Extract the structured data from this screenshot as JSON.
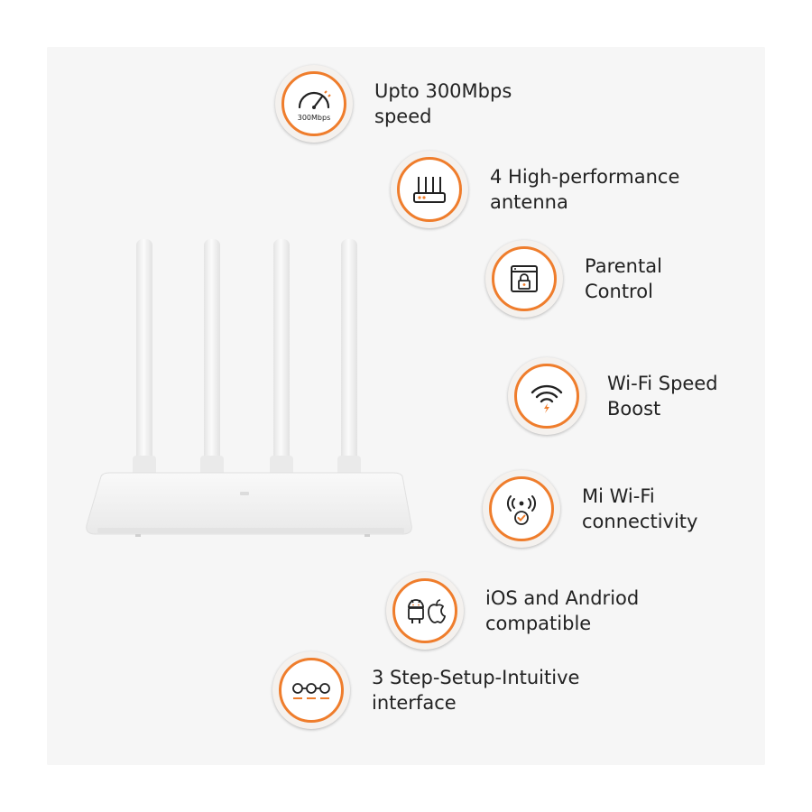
{
  "colors": {
    "accent": "#ef7d2c",
    "text": "#222222",
    "panel": "#f6f6f6",
    "router": "#f3f3f3"
  },
  "router": {
    "icon": "router-four-antenna-image"
  },
  "features": [
    {
      "icon": "speedometer-icon",
      "icon_text": "300Mbps",
      "label": "Upto 300Mbps\nspeed"
    },
    {
      "icon": "router-antenna-icon",
      "label": "4 High-performance\nantenna"
    },
    {
      "icon": "parental-lock-icon",
      "label": "Parental\nControl"
    },
    {
      "icon": "wifi-boost-icon",
      "label": "Wi-Fi Speed\nBoost"
    },
    {
      "icon": "mi-wifi-signal-icon",
      "label": "Mi Wi-Fi\nconnectivity"
    },
    {
      "icon": "android-apple-icon",
      "label": "iOS and Andriod\ncompatible"
    },
    {
      "icon": "three-step-setup-icon",
      "label": "3 Step-Setup-Intuitive\ninterface"
    }
  ]
}
